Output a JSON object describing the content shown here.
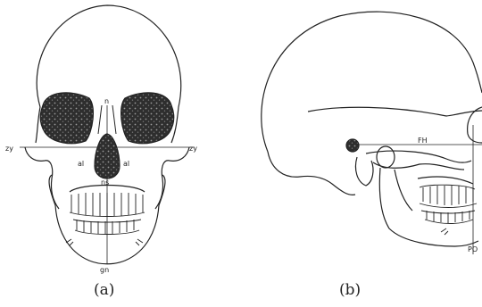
{
  "figure": {
    "captions": {
      "a": "(a)",
      "b": "(b)"
    },
    "labels": {
      "n": "n",
      "zy_left": "zy",
      "zy_right": "zy",
      "al_left": "al",
      "al_right": "al",
      "ns": "ns",
      "gn": "gn",
      "fh": "FH",
      "po": "PO"
    }
  },
  "colors": {
    "ink": "#222222",
    "fill": "#333333",
    "background": "#ffffff"
  }
}
